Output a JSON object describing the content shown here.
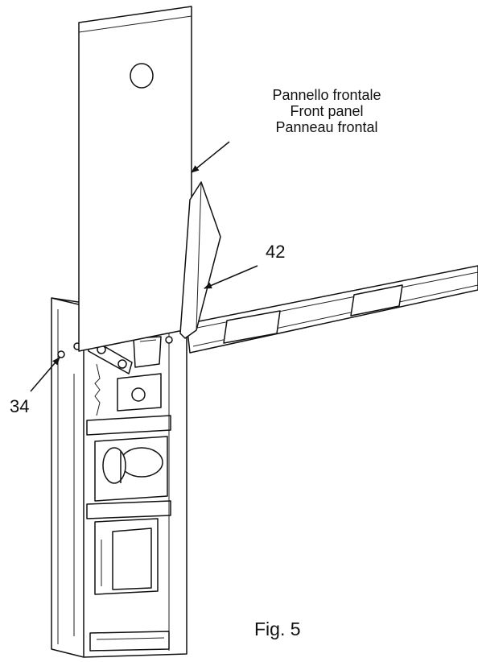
{
  "labels": {
    "front_panel": {
      "italian": "Pannello frontale",
      "english": "Front panel",
      "french": "Panneau frontal"
    },
    "part_42": "42",
    "part_34": "34",
    "figure": "Fig. 5"
  },
  "colors": {
    "line": "#111111",
    "background": "#ffffff"
  }
}
